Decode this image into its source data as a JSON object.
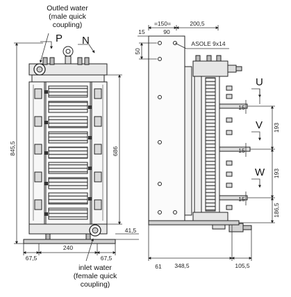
{
  "annotations": {
    "outlet": [
      "Outled water",
      "(male quick",
      "coupling)"
    ],
    "inlet": [
      "inlet water",
      "(female quick",
      "coupling)"
    ]
  },
  "markers": {
    "p": "P",
    "n": "N",
    "u": "U",
    "v": "V",
    "w": "W"
  },
  "dimensions": {
    "overall_height": "845,5",
    "inner_height": "686",
    "left_margin": "67,5",
    "center_width": "240",
    "right_margin": "67,5",
    "top_150": "=150=",
    "top_200": "200,5",
    "top_90": "90",
    "top_15": "15",
    "top_50": "50",
    "slot": "ASOLE 9x14",
    "depth": "348,5",
    "side_105": "105,5",
    "bottom_41": "41,5",
    "u_15": "15",
    "v_15": "15",
    "w_15": "15",
    "v_193": "193",
    "w_193": "193",
    "bottom_186": "186,5",
    "cut_mark": "61"
  }
}
